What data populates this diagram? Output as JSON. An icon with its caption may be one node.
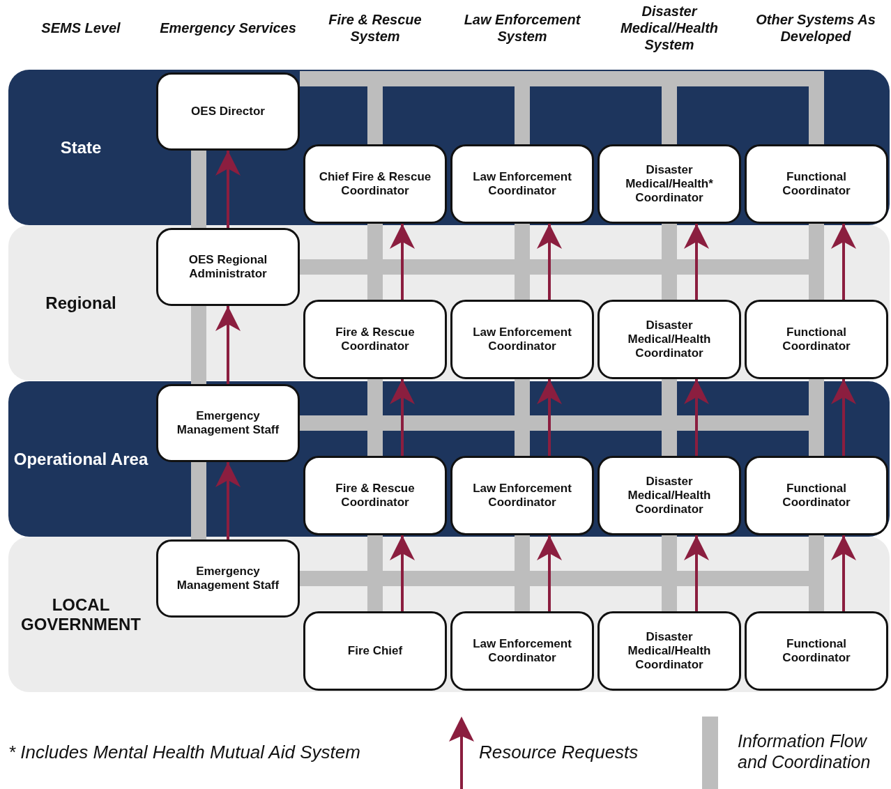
{
  "diagram": {
    "nodes": [
      {
        "text": [
          "State"
        ]
      },
      {
        "text": [
          "OES Director"
        ],
        "in": 0
      },
      {
        "text": [
          "Chief Fire & Rescue Coordinator"
        ],
        "in": 0
      },
      {
        "text": [
          "Law Enforcement Coordinator"
        ],
        "in": 0
      },
      {
        "text": [
          "Disaster Medical/Health* Coordinator"
        ],
        "in": 0
      },
      {
        "text": [
          "Functional Coordinator"
        ],
        "in": 0
      },
      {
        "text": [
          "Regional"
        ]
      },
      {
        "text": [
          "OES Regional Administrator"
        ],
        "in": 6
      },
      {
        "text": [
          "Fire & Rescue Coordinator"
        ],
        "in": 6
      },
      {
        "text": [
          "Law Enforcement Coordinator"
        ],
        "in": 6
      },
      {
        "text": [
          "Disaster Medical/Health Coordinator"
        ],
        "in": 6
      },
      {
        "text": [
          "Functional Coordinator"
        ],
        "in": 6
      },
      {
        "text": [
          "Operational Area"
        ]
      },
      {
        "text": [
          "Emergency Management Staff"
        ],
        "in": 12
      },
      {
        "text": [
          "Fire & Rescue Coordinator"
        ],
        "in": 12
      },
      {
        "text": [
          "Law Enforcement Coordinator"
        ],
        "in": 12
      },
      {
        "text": [
          "Disaster Medical/Health Coordinator"
        ],
        "in": 12
      },
      {
        "text": [
          "Functional Coordinator"
        ],
        "in": 12
      },
      {
        "text": [
          "LOCAL GOVERNMENT"
        ]
      },
      {
        "text": [
          "Emergency Management Staff"
        ],
        "in": 18
      },
      {
        "text": [
          "Fire Chief"
        ],
        "in": 18
      },
      {
        "text": [
          "Law Enforcement Coordinator"
        ],
        "in": 18
      },
      {
        "text": [
          "Disaster Medical/Health Coordinator"
        ],
        "in": 18
      },
      {
        "text": [
          "Functional Coordinator"
        ],
        "in": 18
      }
    ],
    "edges": [
      {
        "from": 1,
        "to": 2,
        "arrow": "none"
      },
      {
        "from": 1,
        "to": 3,
        "arrow": "none"
      },
      {
        "from": 1,
        "to": 4,
        "arrow": "none"
      },
      {
        "from": 1,
        "to": 5,
        "arrow": "none"
      },
      {
        "from": 7,
        "to": 8,
        "arrow": "none"
      },
      {
        "from": 7,
        "to": 9,
        "arrow": "none"
      },
      {
        "from": 7,
        "to": 10,
        "arrow": "none"
      },
      {
        "from": 7,
        "to": 11,
        "arrow": "none"
      },
      {
        "from": 13,
        "to": 14,
        "arrow": "none"
      },
      {
        "from": 13,
        "to": 15,
        "arrow": "none"
      },
      {
        "from": 13,
        "to": 16,
        "arrow": "none"
      },
      {
        "from": 13,
        "to": 17,
        "arrow": "none"
      },
      {
        "from": 19,
        "to": 20,
        "arrow": "none"
      },
      {
        "from": 19,
        "to": 21,
        "arrow": "none"
      },
      {
        "from": 19,
        "to": 22,
        "arrow": "none"
      },
      {
        "from": 19,
        "to": 23,
        "arrow": "none"
      },
      {
        "from": 7,
        "to": 1,
        "arrow": "none"
      },
      {
        "from": 8,
        "to": 2,
        "arrow": "none"
      },
      {
        "from": 9,
        "to": 3,
        "arrow": "none"
      },
      {
        "from": 10,
        "to": 4,
        "arrow": "none"
      },
      {
        "from": 11,
        "to": 5,
        "arrow": "none"
      },
      {
        "from": 13,
        "to": 7,
        "arrow": "none"
      },
      {
        "from": 14,
        "to": 8,
        "arrow": "none"
      },
      {
        "from": 15,
        "to": 9,
        "arrow": "none"
      },
      {
        "from": 16,
        "to": 10,
        "arrow": "none"
      },
      {
        "from": 17,
        "to": 11,
        "arrow": "none"
      },
      {
        "from": 19,
        "to": 13,
        "arrow": "none"
      },
      {
        "from": 20,
        "to": 14,
        "arrow": "none"
      },
      {
        "from": 21,
        "to": 15,
        "arrow": "none"
      },
      {
        "from": 22,
        "to": 16,
        "arrow": "none"
      },
      {
        "from": 23,
        "to": 17,
        "arrow": "none"
      },
      {
        "from": 7,
        "to": 1,
        "arrow": "to",
        "color": "#8b1e3f"
      },
      {
        "from": 8,
        "to": 2,
        "arrow": "to",
        "color": "#8b1e3f"
      },
      {
        "from": 9,
        "to": 3,
        "arrow": "to",
        "color": "#8b1e3f"
      },
      {
        "from": 10,
        "to": 4,
        "arrow": "to",
        "color": "#8b1e3f"
      },
      {
        "from": 11,
        "to": 5,
        "arrow": "to",
        "color": "#8b1e3f"
      },
      {
        "from": 13,
        "to": 7,
        "arrow": "to",
        "color": "#8b1e3f"
      },
      {
        "from": 14,
        "to": 8,
        "arrow": "to",
        "color": "#8b1e3f"
      },
      {
        "from": 15,
        "to": 9,
        "arrow": "to",
        "color": "#8b1e3f"
      },
      {
        "from": 16,
        "to": 10,
        "arrow": "to",
        "color": "#8b1e3f"
      },
      {
        "from": 17,
        "to": 11,
        "arrow": "to",
        "color": "#8b1e3f"
      },
      {
        "from": 19,
        "to": 13,
        "arrow": "to",
        "color": "#8b1e3f"
      },
      {
        "from": 20,
        "to": 14,
        "arrow": "to",
        "color": "#8b1e3f"
      },
      {
        "from": 21,
        "to": 15,
        "arrow": "to",
        "color": "#8b1e3f"
      },
      {
        "from": 22,
        "to": 16,
        "arrow": "to",
        "color": "#8b1e3f"
      },
      {
        "from": 23,
        "to": 17,
        "arrow": "to",
        "color": "#8b1e3f"
      }
    ],
    "labels": [
      "SEMS Level",
      "Emergency Services",
      "Fire & Rescue System",
      "Law Enforcement System",
      "Disaster Medical/Health System",
      "Other Systems As Developed",
      "* Includes Mental Health Mutual Aid System"
    ],
    "legend": [
      {
        "text": "Resource Requests"
      },
      {
        "text": "Information Flow and Coordination"
      }
    ]
  }
}
